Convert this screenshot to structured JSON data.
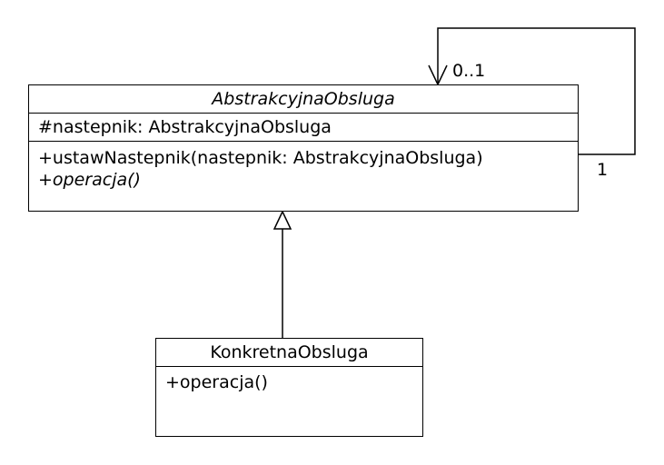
{
  "abstract_class": {
    "name": "AbstrakcyjnaObsluga",
    "attributes": [
      "#nastepnik: AbstrakcyjnaObsluga"
    ],
    "operations": [
      "+ustawNastepnik(nastepnik: AbstrakcyjnaObsluga)",
      "+operacja()"
    ]
  },
  "concrete_class": {
    "name": "KonkretnaObsluga",
    "operations": [
      "+operacja()"
    ]
  },
  "self_association": {
    "target_multiplicity": "0..1",
    "source_multiplicity": "1"
  }
}
